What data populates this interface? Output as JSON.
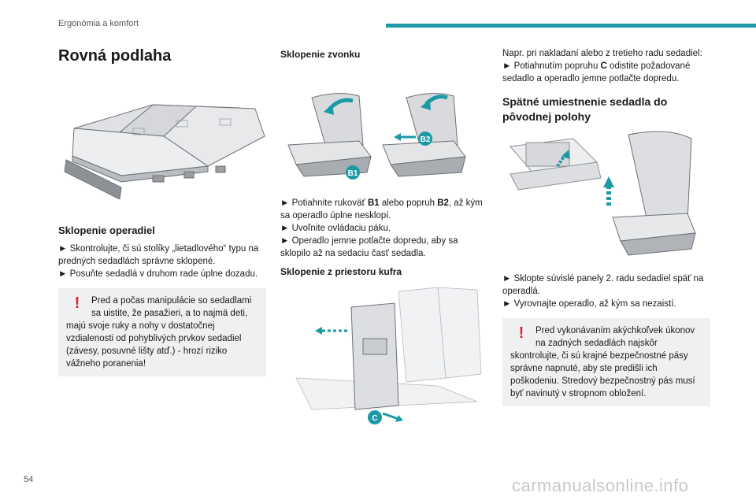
{
  "header": {
    "section": "Ergonómia a komfort"
  },
  "page_number": "54",
  "watermark": "carmanualsonline.info",
  "col1": {
    "title": "Rovná podlaha",
    "subtitle": "Sklopenie operadiel",
    "lines": [
      "► Skontrolujte, či sú stolíky „lietadlového“ typu na predných sedadlách správne sklopené.",
      "► Posuňte sedadlá v druhom rade úplne dozadu."
    ],
    "warning": "Pred a počas manipulácie so sedadlami sa uistite, že pasažieri, a to najmä deti, majú svoje ruky a nohy v dostatočnej vzdialenosti od pohyblivých prvkov sedadiel (závesy, posuvné lišty atď.) - hrozí riziko vážneho poranenia!"
  },
  "col2": {
    "heading1": "Sklopenie zvonku",
    "labels": {
      "b1": "B1",
      "b2": "B2",
      "c": "C"
    },
    "steps": {
      "s1_pre": "► Potiahnite rukoväť ",
      "s1_b1": "B1",
      "s1_mid": " alebo popruh ",
      "s1_b2": "B2",
      "s1_post": ", až kým sa operadlo úplne nesklopí.",
      "s2": "► Uvoľnite ovládaciu páku.",
      "s3": "► Operadlo jemne potlačte dopredu, aby sa sklopilo až na sedaciu časť sedadla."
    },
    "heading2": "Sklopenie z priestoru kufra"
  },
  "col3": {
    "intro1": "Napr. pri nakladaní alebo z tretieho radu sedadiel:",
    "intro2_pre": "► Potiahnutím popruhu ",
    "intro2_c": "C",
    "intro2_post": " odistite požadované sedadlo a operadlo jemne potlačte dopredu.",
    "heading": "Spätné umiestnenie sedadla do pôvodnej polohy",
    "steps": [
      "► Sklopte súvislé panely 2. radu sedadiel späť na operadlá.",
      "► Vyrovnajte operadlo, až kým sa nezaistí."
    ],
    "warning": "Pred vykonávaním akýchkoľvek úkonov na zadných sedadlách najskôr skontrolujte, či sú krajné bezpečnostné pásy správne napnuté, aby ste predišli ich poškodeniu. Stredový bezpečnostný pás musí byť navinutý v stropnom obložení."
  },
  "colors": {
    "accent": "#1b9aa6",
    "warning": "#e4222b",
    "box": "#eef0f2"
  }
}
